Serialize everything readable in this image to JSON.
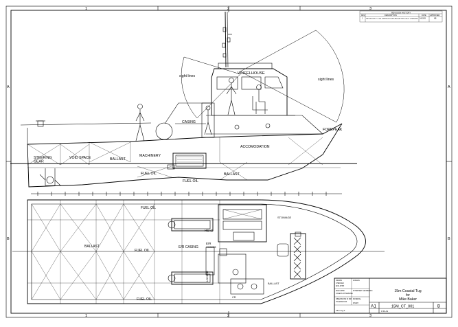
{
  "border": {
    "zones_top": [
      "1",
      "2",
      "3"
    ],
    "zones_bottom": [
      "1",
      "2",
      "3"
    ],
    "zones_left": [
      "A",
      "B"
    ],
    "zones_right": [
      "A",
      "B"
    ]
  },
  "revision_history": {
    "title": "REVISION HISTORY",
    "col_rev": "REV",
    "col_description": "DESCRIPTION",
    "col_date": "DATE",
    "col_approved": "APPROVED",
    "rows": [
      {
        "rev": "1",
        "description": "REVISIONS TO GA. WHEELHOUSE AND AFTER DECK CHANGES",
        "date": "04/03/09",
        "approved": "MB"
      }
    ]
  },
  "profile_labels": {
    "sight_lines_left": "sight lines",
    "sight_lines_right": "sight lines",
    "wheelhouse": "WHEELHOUSE",
    "casing": "CASING",
    "forepeak": "FOREPEAK",
    "steering_gear": "STEERING\nGEAR",
    "void_space": "VOID SPACE",
    "ballast_aft": "BALLAST",
    "machinery": "MACHINERY",
    "accommodation": "ACCOMODATION",
    "fuel_oil_1": "FUEL OIL",
    "fuel_oil_2": "FUEL OIL",
    "ballast_fwd": "BALLAST"
  },
  "plan_labels": {
    "fuel_oil_top": "FUEL OIL",
    "fuel_oil_mid": "FUEL OIL",
    "fuel_oil_bottom": "FUEL OIL",
    "ballast": "BALLAST",
    "er_casing": "E/R CASING",
    "er_access": "E/R\nAccess",
    "head": "HEAD",
    "stowage": "STOWAGE",
    "ballast_small": "BALLAST",
    "lock": "LOCKER",
    "cr": "CR"
  },
  "title_block": {
    "title_line1": "15m Coastal Tug",
    "title_line2": "for",
    "title_line3": "Mike Baker",
    "sheet_size": "A1",
    "drawing_number": "15M_CT_001",
    "revision": "B",
    "scale": "1:50 A1",
    "part_name": "15m tug II",
    "left_fields": [
      "DRAWN",
      "CHECKED",
      "ENG APPR",
      "MGR APPR",
      "UNLESS OTHERWISE",
      "DIMENSIONS IN MM",
      "TOLERANCES",
      "ANGLES",
      "INTERPRET GEOMETRIC",
      "MATERIAL",
      "FINISH"
    ]
  }
}
